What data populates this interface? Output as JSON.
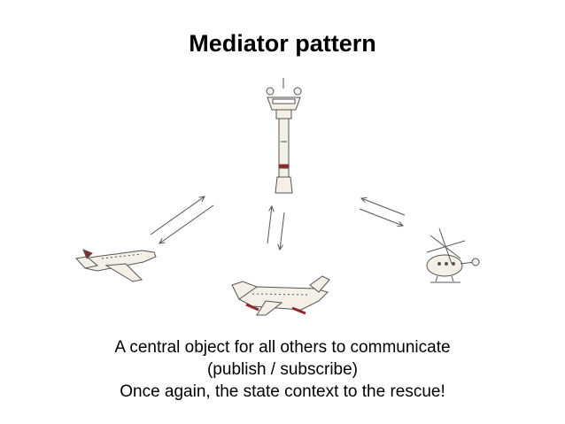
{
  "slide": {
    "title": "Mediator pattern",
    "caption_lines": [
      "A central object for all others to communicate",
      "(publish / subscribe)",
      "Once again, the state context to the rescue!"
    ]
  },
  "diagram": {
    "nodes": [
      {
        "id": "mediator",
        "icon": "control-tower-icon"
      },
      {
        "id": "colleague-1",
        "icon": "jet-airplane-icon"
      },
      {
        "id": "colleague-2",
        "icon": "propeller-airplane-icon"
      },
      {
        "id": "colleague-3",
        "icon": "helicopter-icon"
      }
    ],
    "edges": [
      {
        "from": "colleague-1",
        "to": "mediator",
        "bidirectional": true
      },
      {
        "from": "colleague-2",
        "to": "mediator",
        "bidirectional": true
      },
      {
        "from": "colleague-3",
        "to": "mediator",
        "bidirectional": true
      }
    ],
    "colors": {
      "stroke": "#555555",
      "accent": "#8b2a2a",
      "fill": "#f4f0e8"
    }
  }
}
